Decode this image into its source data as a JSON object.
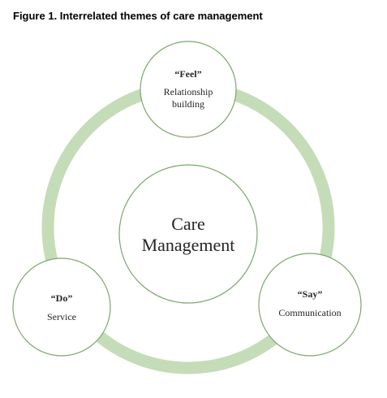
{
  "figure_title": "Figure 1. Interrelated themes of care management",
  "center": {
    "lines": [
      "Care",
      "Management"
    ]
  },
  "themes": [
    {
      "id": "feel",
      "label": "“Feel”",
      "lines": [
        "Relationship",
        "building"
      ]
    },
    {
      "id": "do",
      "label": "“Do”",
      "lines": [
        "Service"
      ]
    },
    {
      "id": "say",
      "label": "“Say”",
      "lines": [
        "Communication"
      ]
    }
  ],
  "colors": {
    "ring": "#c5dcb8",
    "circle_stroke": "#7aa86a",
    "text": "#262626"
  }
}
